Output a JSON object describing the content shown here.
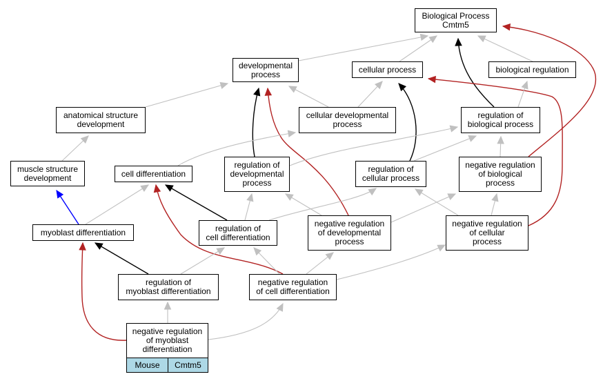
{
  "colors": {
    "is_a": "#c0c0c0",
    "part_of": "#0000ff",
    "regulates": "#000000",
    "negatively_regulates": "#b22222",
    "node_fill": "#ffffff",
    "tag_fill": "#add8e6"
  },
  "nodes": {
    "root": [
      "Biological Process",
      "Cmtm5"
    ],
    "developmental_process": [
      "developmental",
      "process"
    ],
    "cellular_process": [
      "cellular process"
    ],
    "biological_regulation": [
      "biological regulation"
    ],
    "anatomical_structure_development": [
      "anatomical structure",
      "development"
    ],
    "cellular_developmental_process": [
      "cellular developmental",
      "process"
    ],
    "regulation_of_biological_process": [
      "regulation of",
      "biological process"
    ],
    "muscle_structure_development": [
      "muscle structure",
      "development"
    ],
    "cell_differentiation": [
      "cell differentiation"
    ],
    "regulation_of_developmental_process": [
      "regulation of",
      "developmental",
      "process"
    ],
    "regulation_of_cellular_process": [
      "regulation of",
      "cellular process"
    ],
    "negative_regulation_of_biological_process": [
      "negative regulation",
      "of biological",
      "process"
    ],
    "myoblast_differentiation": [
      "myoblast differentiation"
    ],
    "regulation_of_cell_differentiation": [
      "regulation of",
      "cell differentiation"
    ],
    "negative_regulation_of_developmental_process": [
      "negative regulation",
      "of developmental",
      "process"
    ],
    "negative_regulation_of_cellular_process": [
      "negative regulation",
      "of cellular",
      "process"
    ],
    "regulation_of_myoblast_differentiation": [
      "regulation of",
      "myoblast differentiation"
    ],
    "negative_regulation_of_cell_differentiation": [
      "negative regulation",
      "of cell differentiation"
    ],
    "negative_regulation_of_myoblast_differentiation": [
      "negative regulation",
      "of myoblast",
      "differentiation"
    ]
  },
  "annotation": {
    "species": "Mouse",
    "gene": "Cmtm5"
  },
  "edges": [
    {
      "from": "developmental_process",
      "to": "root",
      "type": "is_a"
    },
    {
      "from": "cellular_process",
      "to": "root",
      "type": "is_a"
    },
    {
      "from": "biological_regulation",
      "to": "root",
      "type": "is_a"
    },
    {
      "from": "regulation_of_biological_process",
      "to": "root",
      "type": "regulates"
    },
    {
      "from": "negative_regulation_of_biological_process",
      "to": "root",
      "type": "negatively_regulates"
    },
    {
      "from": "anatomical_structure_development",
      "to": "developmental_process",
      "type": "is_a"
    },
    {
      "from": "cellular_developmental_process",
      "to": "developmental_process",
      "type": "is_a"
    },
    {
      "from": "regulation_of_developmental_process",
      "to": "developmental_process",
      "type": "regulates"
    },
    {
      "from": "negative_regulation_of_developmental_process",
      "to": "developmental_process",
      "type": "negatively_regulates"
    },
    {
      "from": "cellular_developmental_process",
      "to": "cellular_process",
      "type": "is_a"
    },
    {
      "from": "regulation_of_cellular_process",
      "to": "cellular_process",
      "type": "regulates"
    },
    {
      "from": "negative_regulation_of_cellular_process",
      "to": "cellular_process",
      "type": "negatively_regulates"
    },
    {
      "from": "regulation_of_biological_process",
      "to": "biological_regulation",
      "type": "is_a"
    },
    {
      "from": "muscle_structure_development",
      "to": "anatomical_structure_development",
      "type": "is_a"
    },
    {
      "from": "cell_differentiation",
      "to": "cellular_developmental_process",
      "type": "is_a"
    },
    {
      "from": "regulation_of_developmental_process",
      "to": "regulation_of_biological_process",
      "type": "is_a"
    },
    {
      "from": "regulation_of_cellular_process",
      "to": "regulation_of_biological_process",
      "type": "is_a"
    },
    {
      "from": "negative_regulation_of_biological_process",
      "to": "regulation_of_biological_process",
      "type": "is_a"
    },
    {
      "from": "myoblast_differentiation",
      "to": "muscle_structure_development",
      "type": "part_of"
    },
    {
      "from": "myoblast_differentiation",
      "to": "cell_differentiation",
      "type": "is_a"
    },
    {
      "from": "regulation_of_cell_differentiation",
      "to": "cell_differentiation",
      "type": "regulates"
    },
    {
      "from": "negative_regulation_of_cell_differentiation",
      "to": "cell_differentiation",
      "type": "negatively_regulates"
    },
    {
      "from": "regulation_of_cell_differentiation",
      "to": "regulation_of_developmental_process",
      "type": "is_a"
    },
    {
      "from": "negative_regulation_of_developmental_process",
      "to": "regulation_of_developmental_process",
      "type": "is_a"
    },
    {
      "from": "regulation_of_cell_differentiation",
      "to": "regulation_of_cellular_process",
      "type": "is_a"
    },
    {
      "from": "negative_regulation_of_cellular_process",
      "to": "regulation_of_cellular_process",
      "type": "is_a"
    },
    {
      "from": "negative_regulation_of_developmental_process",
      "to": "negative_regulation_of_biological_process",
      "type": "is_a"
    },
    {
      "from": "negative_regulation_of_cellular_process",
      "to": "negative_regulation_of_biological_process",
      "type": "is_a"
    },
    {
      "from": "regulation_of_myoblast_differentiation",
      "to": "myoblast_differentiation",
      "type": "regulates"
    },
    {
      "from": "negative_regulation_of_myoblast_differentiation",
      "to": "myoblast_differentiation",
      "type": "negatively_regulates"
    },
    {
      "from": "regulation_of_myoblast_differentiation",
      "to": "regulation_of_cell_differentiation",
      "type": "is_a"
    },
    {
      "from": "negative_regulation_of_cell_differentiation",
      "to": "regulation_of_cell_differentiation",
      "type": "is_a"
    },
    {
      "from": "negative_regulation_of_cell_differentiation",
      "to": "negative_regulation_of_developmental_process",
      "type": "is_a"
    },
    {
      "from": "negative_regulation_of_cell_differentiation",
      "to": "negative_regulation_of_cellular_process",
      "type": "is_a"
    },
    {
      "from": "negative_regulation_of_myoblast_differentiation",
      "to": "regulation_of_myoblast_differentiation",
      "type": "is_a"
    },
    {
      "from": "negative_regulation_of_myoblast_differentiation",
      "to": "negative_regulation_of_cell_differentiation",
      "type": "is_a"
    }
  ]
}
